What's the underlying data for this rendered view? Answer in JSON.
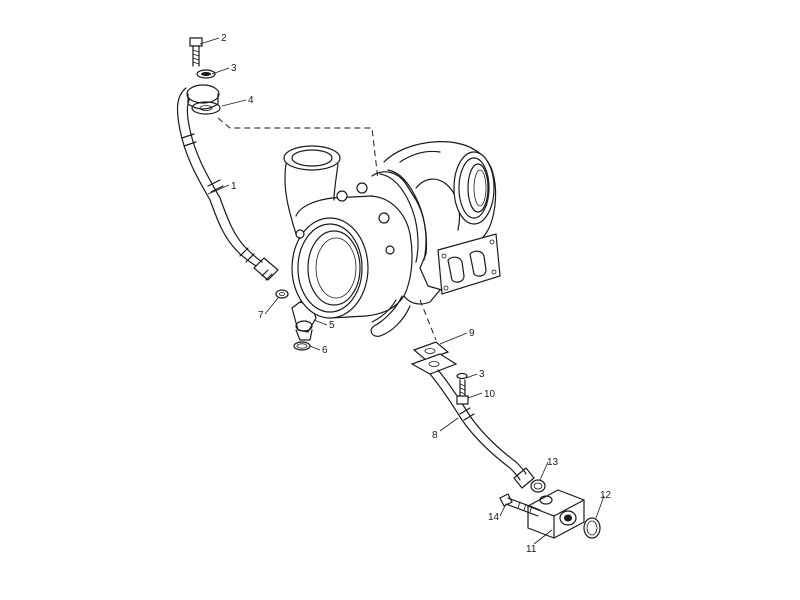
{
  "callouts": [
    {
      "id": "c1",
      "label": "1"
    },
    {
      "id": "c2",
      "label": "2"
    },
    {
      "id": "c3a",
      "label": "3"
    },
    {
      "id": "c4",
      "label": "4"
    },
    {
      "id": "c5",
      "label": "5"
    },
    {
      "id": "c6",
      "label": "6"
    },
    {
      "id": "c7",
      "label": "7"
    },
    {
      "id": "c8",
      "label": "8"
    },
    {
      "id": "c9",
      "label": "9"
    },
    {
      "id": "c3b",
      "label": "3"
    },
    {
      "id": "c10",
      "label": "10"
    },
    {
      "id": "c11",
      "label": "11"
    },
    {
      "id": "c12",
      "label": "12"
    },
    {
      "id": "c13",
      "label": "13"
    },
    {
      "id": "c14",
      "label": "14"
    }
  ]
}
